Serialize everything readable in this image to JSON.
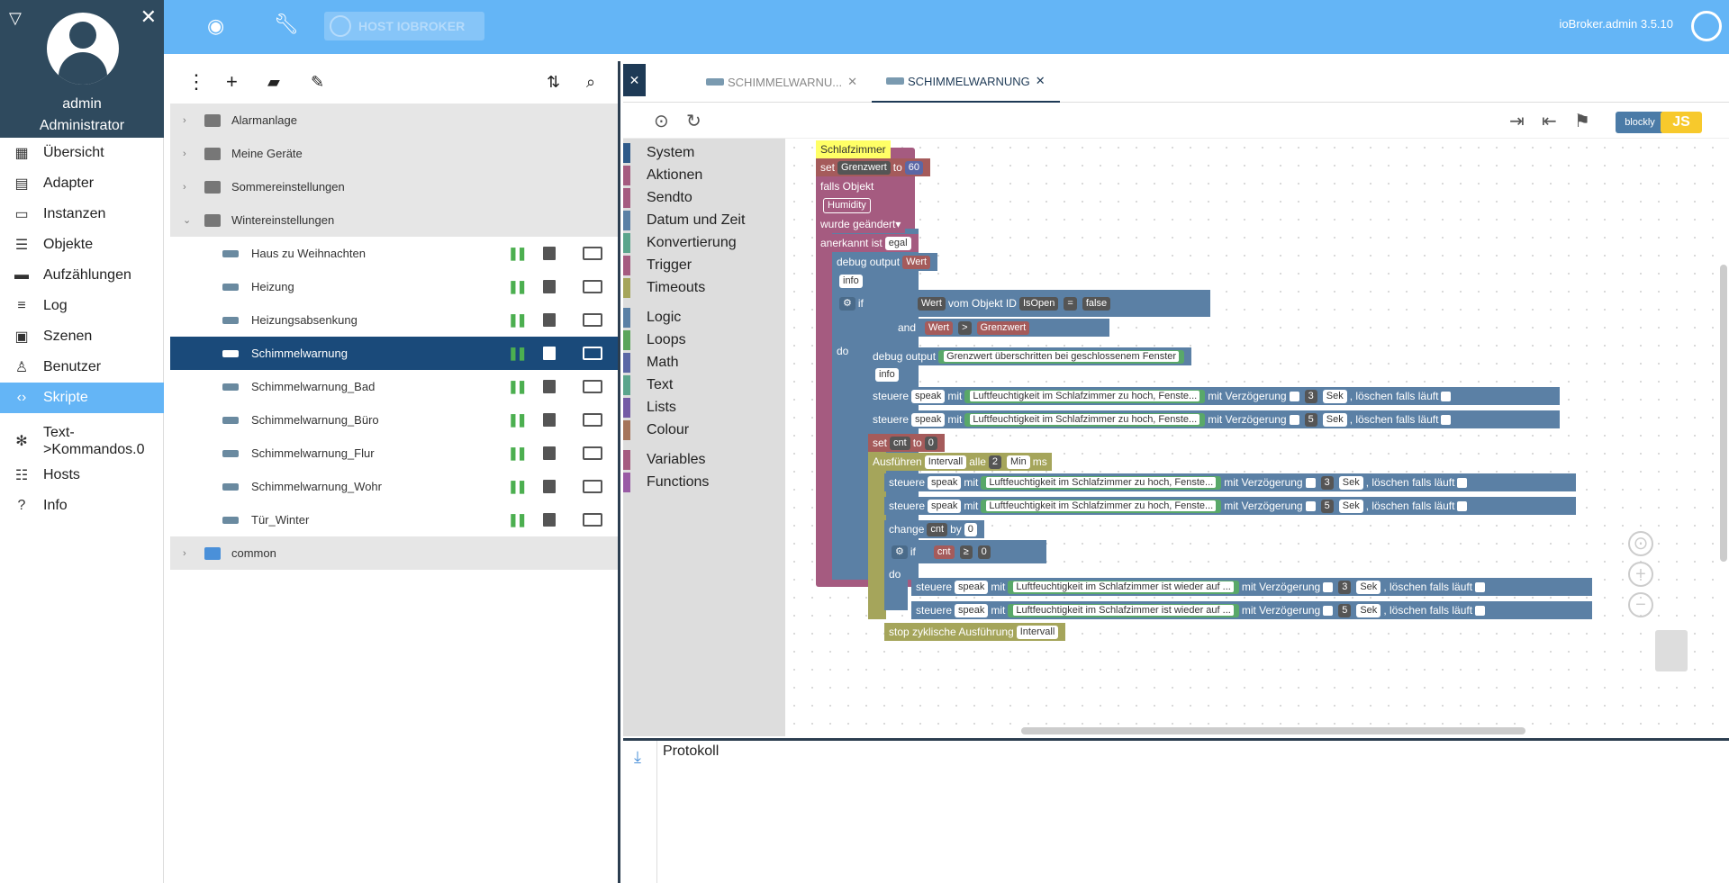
{
  "nav": {
    "user_name": "admin",
    "user_role": "Administrator",
    "items": [
      {
        "label": "Übersicht",
        "icon": "grid-icon"
      },
      {
        "label": "Adapter",
        "icon": "store-icon"
      },
      {
        "label": "Instanzen",
        "icon": "instances-icon"
      },
      {
        "label": "Objekte",
        "icon": "list-icon"
      },
      {
        "label": "Aufzählungen",
        "icon": "enum-icon"
      },
      {
        "label": "Log",
        "icon": "log-icon"
      },
      {
        "label": "Szenen",
        "icon": "scenes-icon"
      },
      {
        "label": "Benutzer",
        "icon": "user-icon"
      },
      {
        "label": "Skripte",
        "icon": "code-icon"
      },
      {
        "label": "Text->Kommandos.0",
        "icon": "snowflake-icon"
      },
      {
        "label": "Hosts",
        "icon": "hosts-icon"
      },
      {
        "label": "Info",
        "icon": "help-icon"
      }
    ]
  },
  "topbar": {
    "host_label": "HOST IOBROKER",
    "version": "ioBroker.admin 3.5.10"
  },
  "tree": {
    "folders": [
      "Alarmanlage",
      "Meine Geräte",
      "Sommereinstellungen",
      "Wintereinstellungen"
    ],
    "scripts": [
      "Haus zu Weihnachten",
      "Heizung",
      "Heizungsabsenkung",
      "Schimmelwarnung",
      "Schimmelwarnung_Bad",
      "Schimmelwarnung_Büro",
      "Schimmelwarnung_Flur",
      "Schimmelwarnung_Wohr",
      "Tür_Winter"
    ],
    "last_folder": "common"
  },
  "tabs": [
    {
      "label": "SCHIMMELWARNU...",
      "active": false
    },
    {
      "label": "SCHIMMELWARNUNG",
      "active": true
    }
  ],
  "editor": {
    "blockly_label": "blockly",
    "js_label": "JS"
  },
  "toolbox": {
    "group1": [
      {
        "label": "System",
        "color": "#2e5a8a"
      },
      {
        "label": "Aktionen",
        "color": "#a55b80"
      },
      {
        "label": "Sendto",
        "color": "#a55b80"
      },
      {
        "label": "Datum und Zeit",
        "color": "#5b80a5"
      },
      {
        "label": "Konvertierung",
        "color": "#5ba58c"
      },
      {
        "label": "Trigger",
        "color": "#a55b80"
      },
      {
        "label": "Timeouts",
        "color": "#a5a55b"
      }
    ],
    "group2": [
      {
        "label": "Logic",
        "color": "#5b80a5"
      },
      {
        "label": "Loops",
        "color": "#5ba55b"
      },
      {
        "label": "Math",
        "color": "#5b67a5"
      },
      {
        "label": "Text",
        "color": "#5ba58c"
      },
      {
        "label": "Lists",
        "color": "#745ba5"
      },
      {
        "label": "Colour",
        "color": "#a5745b"
      }
    ],
    "group3": [
      {
        "label": "Variables",
        "color": "#a55b80"
      },
      {
        "label": "Functions",
        "color": "#995ba5"
      }
    ]
  },
  "blocks": {
    "comment": "Schlafzimmer",
    "set": "set",
    "to": "to",
    "var_grenzwert": "Grenzwert",
    "val_60": "60",
    "falls_objekt": "falls Objekt",
    "humidity": "Humidity",
    "wurde_geaendert": "wurde geändert",
    "anerkannt_ist": "anerkannt ist",
    "egal": "egal",
    "debug_output": "debug output",
    "wert": "Wert",
    "info": "info",
    "if": "if",
    "vom_objekt_id": "vom Objekt ID",
    "isopen": "IsOpen",
    "eq": "=",
    "false": "false",
    "and": "and",
    "gt": ">",
    "do": "do",
    "msg_grenzwert": "Grenzwert überschritten bei geschlossenem Fenster",
    "steuere": "steuere",
    "speak": "speak",
    "mit": "mit",
    "msg_hoch": "Luftfeuchtigkeit im Schlafzimmer zu hoch, Fenste...",
    "msg_wieder": "Luftfeuchtigkeit im Schlafzimmer ist wieder auf ...",
    "mit_verzoegerung": "mit Verzögerung",
    "v3": "3",
    "v5": "5",
    "sek": "Sek",
    "loeschen": ", löschen falls läuft",
    "cnt": "cnt",
    "v0": "0",
    "ausfuehren": "Ausführen",
    "intervall": "Intervall",
    "alle": "alle",
    "v2": "2",
    "min": "Min",
    "ms": "ms",
    "change": "change",
    "by": "by",
    "gte": "≥",
    "stop": "stop zyklische Ausführung"
  },
  "log": {
    "title": "Protokoll"
  }
}
